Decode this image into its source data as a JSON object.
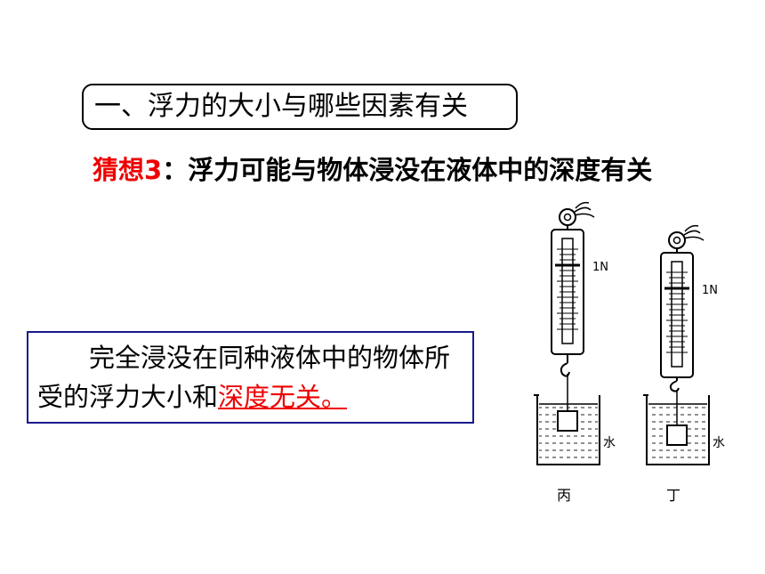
{
  "title": "一、浮力的大小与哪些因素有关",
  "hypothesis": {
    "label": "猜想3",
    "colon": "：",
    "text": "浮力可能与物体浸没在液体中的深度有关"
  },
  "conclusion": {
    "indent": "　　",
    "text_before": "完全浸没在同种液体中的物体所受的浮力大小和",
    "answer": "深度",
    "text_after": "无关。"
  },
  "figure": {
    "scale_label": "1N",
    "liquid_label": "水",
    "captions": [
      "丙",
      "丁"
    ]
  },
  "colors": {
    "accent_red": "#ee0000",
    "box_border": "#1a1a8c"
  }
}
